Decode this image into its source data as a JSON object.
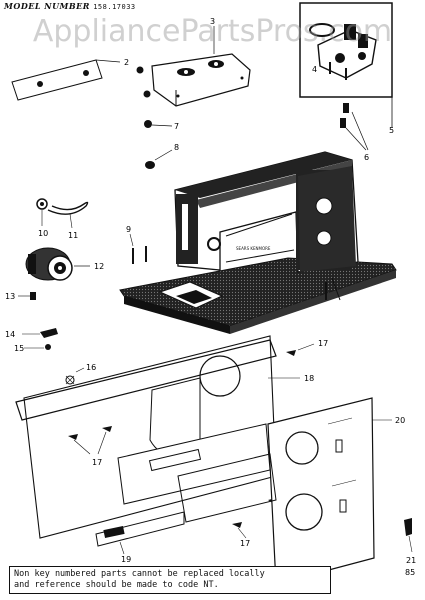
{
  "header": {
    "model_label": "MODEL NUMBER",
    "model_number": "158.17033"
  },
  "watermark": "AppliancePartsPros.com",
  "callouts": {
    "c2": "2",
    "c3": "3",
    "c4": "4",
    "c5": "5",
    "c6": "6",
    "c7": "7",
    "c8": "8",
    "c9": "9",
    "c10": "10",
    "c11": "11",
    "c12": "12",
    "c13": "13",
    "c14": "14",
    "c15": "15",
    "c16": "16",
    "c17a": "17",
    "c17b": "17",
    "c17c": "17",
    "c18": "18",
    "c19": "19",
    "c20": "20",
    "c21": "21"
  },
  "corner_code": "85",
  "note": {
    "line1": "Non key numbered parts cannot be replaced locally",
    "line2": "and reference should be made to code NT."
  }
}
